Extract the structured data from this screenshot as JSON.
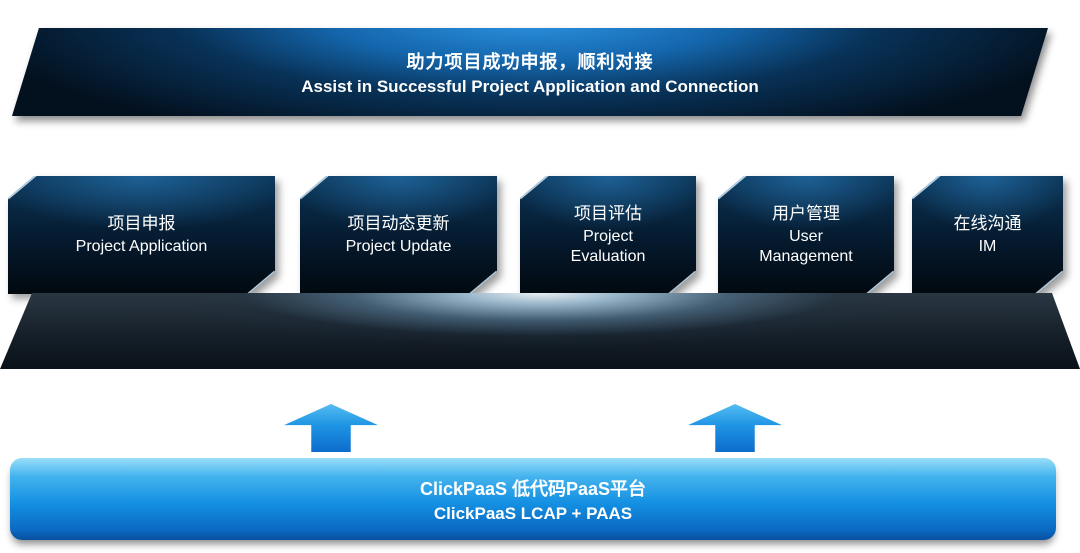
{
  "banner": {
    "title_zh": "助力项目成功申报，顺利对接",
    "title_en": "Assist in Successful Project Application and Connection"
  },
  "modules": [
    {
      "zh": "项目申报",
      "en": "Project Application"
    },
    {
      "zh": "项目动态更新",
      "en": "Project Update"
    },
    {
      "zh": "项目评估",
      "en": "Project Evaluation"
    },
    {
      "zh": "用户管理",
      "en": "User Management"
    },
    {
      "zh": "在线沟通",
      "en": "IM"
    }
  ],
  "platform_bar": {
    "line1": "ClickPaaS 低代码PaaS平台",
    "line2": "ClickPaaS LCAP + PAAS"
  },
  "colors": {
    "banner_blue": "#1b7fd0",
    "box_dark": "#041526",
    "arrow_blue": "#1e94e4",
    "bar_blue": "#1490e2",
    "platform_glow": "#d9ecf7"
  }
}
